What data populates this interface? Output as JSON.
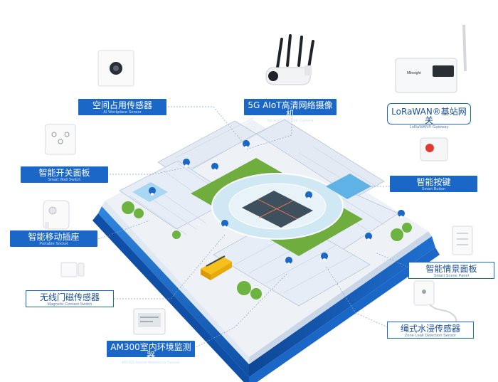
{
  "colors": {
    "brand_blue": "#1a67c8",
    "platform_blue": "#1763c2",
    "floor": "#eef2f7",
    "lawn": "#6fae3e",
    "court": "#3e4f5e",
    "track": "#cfe8f4"
  },
  "labels": {
    "workplace": {
      "zh": "空间占用传感器",
      "en": "AI Workplace Sensor"
    },
    "camera": {
      "zh": "5G AIoT高清网络摄像机",
      "en": "5G AIoT Network Camera"
    },
    "gateway": {
      "zh": "LoRaWAN®基站网关",
      "en": "LoRaWAN® Gateway"
    },
    "wall_switch": {
      "zh": "智能开关面板",
      "en": "Smart Wall Switch"
    },
    "button": {
      "zh": "智能按键",
      "en": "Smart Button"
    },
    "socket": {
      "zh": "智能移动插座",
      "en": "Portable Socket"
    },
    "scene_panel": {
      "zh": "智能情景面板",
      "en": "Smart Scene Panel"
    },
    "contact": {
      "zh": "无线门磁传感器",
      "en": "Magnetic Contact Switch"
    },
    "leak": {
      "zh": "绳式水浸传感器",
      "en": "Zone Leak Detection Sensor"
    },
    "am300": {
      "zh": "AM300室内环境监测器",
      "en": "AM300 Indoor Ambience Sensor"
    }
  },
  "device_brand": "Milesight",
  "icons": {
    "workplace": "ceiling-sensor-icon",
    "camera": "network-camera-icon",
    "gateway": "lorawan-gateway-icon",
    "wall_switch": "wall-switch-icon",
    "button": "red-button-icon",
    "socket": "smart-plug-icon",
    "scene_panel": "scene-panel-icon",
    "contact": "door-contact-icon",
    "leak": "leak-sensor-icon",
    "am300": "ambience-monitor-icon",
    "pin": "location-pin-icon"
  }
}
